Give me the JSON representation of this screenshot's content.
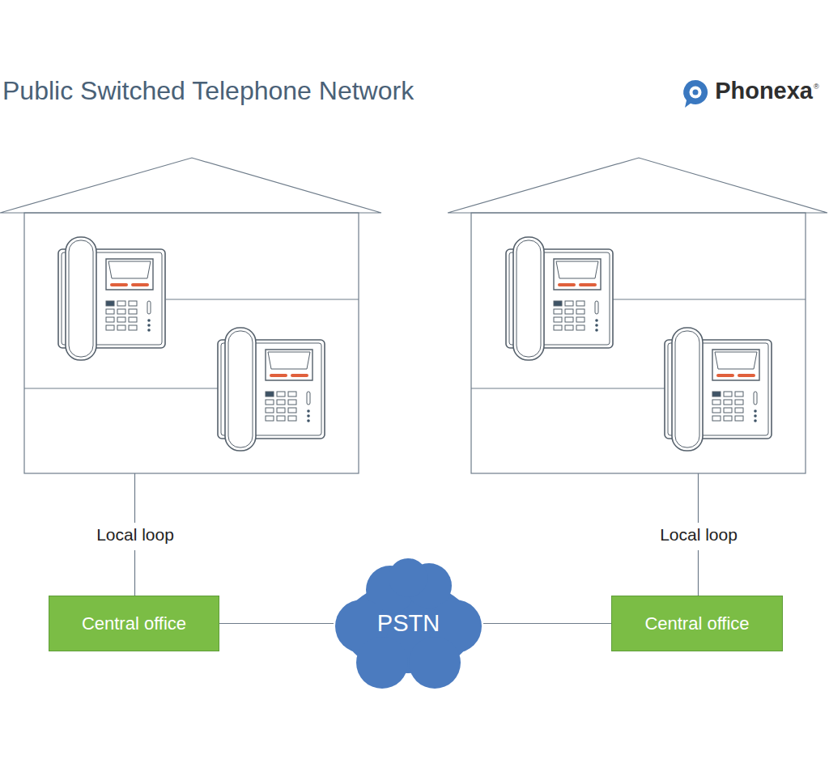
{
  "diagram": {
    "title": "Public Switched Telephone Network",
    "nodes": [
      {
        "text": [
          "Central office"
        ]
      },
      {
        "text": [
          "PSTN"
        ]
      },
      {
        "text": [
          "Central office"
        ]
      }
    ],
    "edges": [
      {
        "from": 0,
        "to": 1,
        "arrow": "none"
      },
      {
        "from": 1,
        "to": 2,
        "arrow": "none"
      }
    ],
    "labels": [
      "Phonexa",
      "®",
      "Local loop",
      "Local loop"
    ]
  }
}
